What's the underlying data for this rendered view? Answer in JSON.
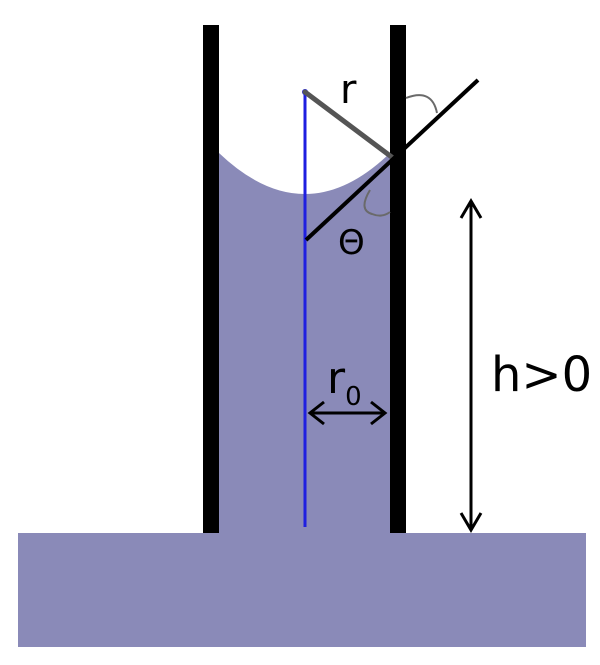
{
  "diagram": {
    "labels": {
      "radius": "r",
      "angle": "Θ",
      "tube_radius_base": "r",
      "tube_radius_subscript": "0",
      "height": "h>0"
    },
    "colors": {
      "liquid": "#8a8ab8",
      "tube_wall": "#000000",
      "axis": "#1f1fe0",
      "radius_line": "#555555",
      "tangent_line": "#000000",
      "angle_arc": "#6a6a6a",
      "background": "#ffffff"
    }
  }
}
